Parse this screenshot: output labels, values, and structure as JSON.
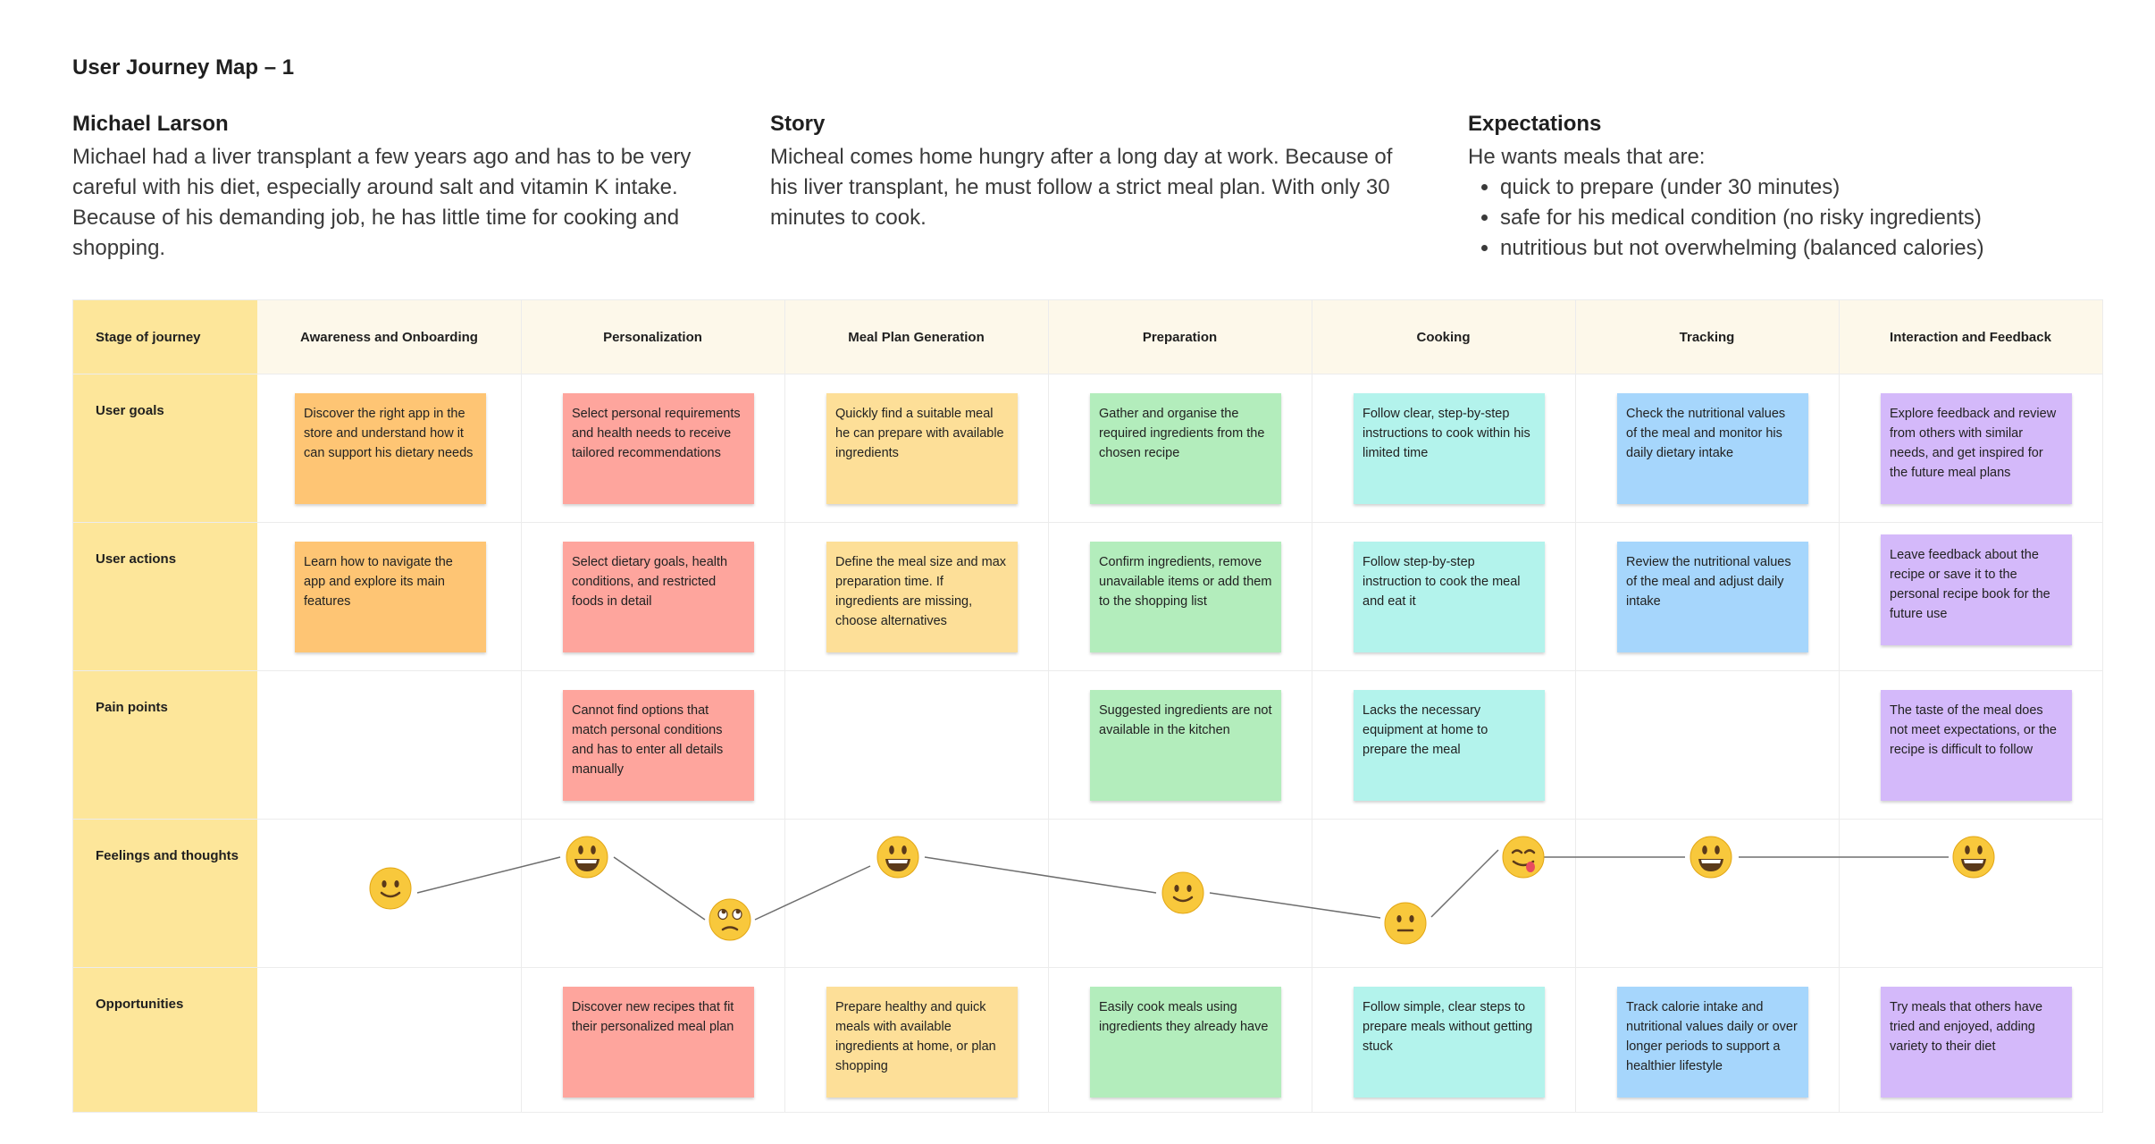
{
  "title": "User Journey Map – 1",
  "persona": {
    "heading": "Michael Larson",
    "text": "Michael had a liver transplant a few years ago and has to be very careful with his diet, especially around salt and vitamin K intake. Because of his demanding job, he has little time for cooking and shopping."
  },
  "story": {
    "heading": "Story",
    "text": "Micheal comes home hungry after a long day at work. Because of his liver transplant, he must follow a strict meal plan. With only 30 minutes to cook."
  },
  "expectations": {
    "heading": "Expectations",
    "intro": "He wants meals that are:",
    "items": [
      "quick to prepare (under 30 minutes)",
      "safe for his medical condition (no risky ingredients)",
      "nutritious but not overwhelming (balanced calories)"
    ]
  },
  "colors": {
    "orange": "#fec574",
    "red": "#fea59d",
    "yellow": "#fddf98",
    "green": "#b3edbc",
    "cyan": "#b3f3ec",
    "blue": "#a6d6fc",
    "purple": "#d4b9fa",
    "rowhead": "#fde69a",
    "header": "#fdf8ea"
  },
  "table": {
    "corner_label": "Stage of journey",
    "stages": [
      "Awareness and Onboarding",
      "Personalization",
      "Meal Plan Generation",
      "Preparation",
      "Cooking",
      "Tracking",
      "Interaction and Feedback"
    ],
    "rows": [
      "User goals",
      "User actions",
      "Pain points",
      "Feelings and thoughts",
      "Opportunities"
    ],
    "user_goals": [
      "Discover the right app in the store and understand how it can support his dietary needs",
      "Select personal requirements and health needs to receive tailored recommendations",
      "Quickly find a suitable meal he can prepare with available ingredients",
      "Gather and organise the required ingredients from the chosen recipe",
      "Follow clear, step-by-step instructions to cook within his limited time",
      "Check the nutritional values of the meal and monitor his daily dietary intake",
      "Explore feedback and review from others with similar needs, and get inspired for the future meal plans"
    ],
    "user_actions": [
      "Learn how to navigate the app and explore its main features",
      "Select dietary goals, health conditions, and restricted foods in detail",
      "Define the meal size and max preparation time. If ingredients are missing, choose alternatives",
      "Confirm ingredients, remove unavailable items or add them to the shopping list",
      "Follow step-by-step instruction to cook the meal and eat it",
      "Review the nutritional values of the meal and adjust daily intake",
      "Leave feedback about the recipe or save it to the personal recipe book for the future use"
    ],
    "pain_points": [
      "",
      "Cannot find options that match personal conditions and has to enter all details manually",
      "",
      "Suggested ingredients are not available in the kitchen",
      "Lacks the necessary equipment at home to prepare the meal",
      "",
      "The taste of the meal does not meet expectations, or the recipe is difficult to follow"
    ],
    "feelings": [
      "slightly-smiling",
      "grinning",
      "frowning-rolling-eyes",
      "grinning",
      "slightly-smiling",
      "neutral",
      "yum",
      "grinning",
      "grinning"
    ],
    "opportunities": [
      "",
      "Discover new recipes that fit their personalized meal plan",
      "Prepare healthy and quick meals with available ingredients at home, or plan shopping",
      "Easily cook meals using ingredients they already have",
      "Follow simple, clear steps to prepare meals without getting stuck",
      "Track calorie intake and nutritional values daily or over longer periods to support a healthier lifestyle",
      "Try meals that others have tried and enjoyed, adding variety to their diet"
    ]
  }
}
